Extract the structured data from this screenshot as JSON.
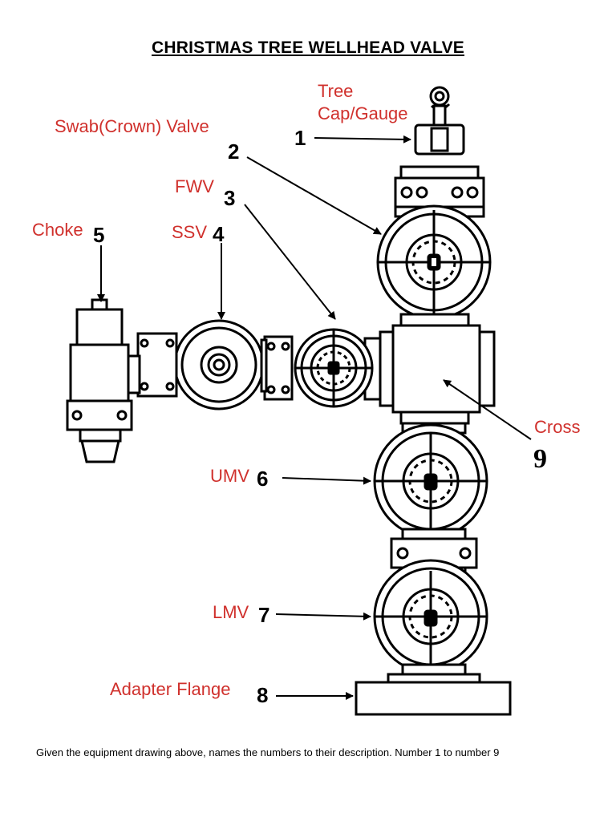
{
  "title": "CHRISTMAS TREE WELLHEAD VALVE",
  "caption": "Given the equipment drawing above, names the numbers to their description. Number 1 to number 9",
  "label_color": "#d0312d",
  "labels": {
    "tree_cap_line1": "Tree",
    "tree_cap_line2": "Cap/Gauge",
    "swab": "Swab(Crown) Valve",
    "fwv": "FWV",
    "choke": "Choke",
    "ssv": "SSV",
    "cross": "Cross",
    "umv": "UMV",
    "lmv": "LMV",
    "adapter": "Adapter Flange"
  },
  "numbers": {
    "n1": "1",
    "n2": "2",
    "n3": "3",
    "n4": "4",
    "n5": "5",
    "n6": "6",
    "n7": "7",
    "n8": "8",
    "n9": "9"
  }
}
